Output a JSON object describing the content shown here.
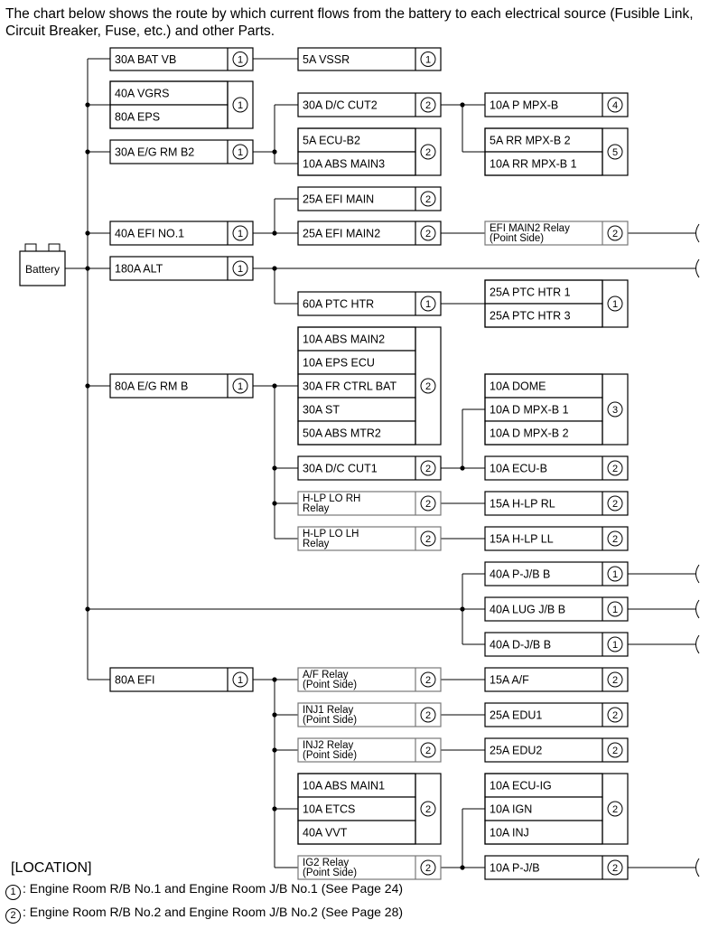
{
  "intro": "The chart below shows the route by which current flows from the battery to each electrical source (Fusible Link, Circuit Breaker, Fuse, etc.) and other Parts.",
  "battery_label": "Battery",
  "boxes": [
    {
      "id": "bat_vb",
      "lines": [
        "30A BAT VB"
      ],
      "loc": "1"
    },
    {
      "id": "vssr",
      "lines": [
        "5A VSSR"
      ],
      "loc": "1"
    },
    {
      "id": "vgrs",
      "lines": [
        "40A VGRS"
      ],
      "loc": "1"
    },
    {
      "id": "eps",
      "lines": [
        "80A EPS"
      ],
      "loc": ""
    },
    {
      "id": "dc_cut2",
      "lines": [
        "30A D/C CUT2"
      ],
      "loc": "2"
    },
    {
      "id": "p_mpx_b",
      "lines": [
        "10A P MPX-B"
      ],
      "loc": "4"
    },
    {
      "id": "eg_rm_b2",
      "lines": [
        "30A E/G RM B2"
      ],
      "loc": "1"
    },
    {
      "id": "ecu_b2",
      "lines": [
        "5A ECU-B2"
      ],
      "loc": "2"
    },
    {
      "id": "abs_main3",
      "lines": [
        "10A ABS MAIN3"
      ],
      "loc": ""
    },
    {
      "id": "rr_mpx_b2",
      "lines": [
        "5A RR MPX-B 2"
      ],
      "loc": "5"
    },
    {
      "id": "rr_mpx_b1",
      "lines": [
        "10A RR MPX-B 1"
      ],
      "loc": ""
    },
    {
      "id": "efi_main",
      "lines": [
        "25A EFI MAIN"
      ],
      "loc": "2"
    },
    {
      "id": "efi_no1",
      "lines": [
        "40A EFI NO.1"
      ],
      "loc": "1"
    },
    {
      "id": "efi_main2",
      "lines": [
        "25A EFI MAIN2"
      ],
      "loc": "2"
    },
    {
      "id": "efi_main2_relay",
      "lines": [
        "EFI MAIN2 Relay",
        "(Point Side)"
      ],
      "loc": "2"
    },
    {
      "id": "alt",
      "lines": [
        "180A ALT"
      ],
      "loc": "1"
    },
    {
      "id": "ptc_htr",
      "lines": [
        "60A PTC HTR"
      ],
      "loc": "1"
    },
    {
      "id": "ptc_htr1",
      "lines": [
        "25A PTC HTR 1"
      ],
      "loc": "1"
    },
    {
      "id": "ptc_htr3",
      "lines": [
        "25A PTC HTR 3"
      ],
      "loc": ""
    },
    {
      "id": "abs_main2",
      "lines": [
        "10A ABS MAIN2"
      ],
      "loc": "2"
    },
    {
      "id": "eps_ecu",
      "lines": [
        "10A EPS ECU"
      ],
      "loc": ""
    },
    {
      "id": "fr_ctrl_bat",
      "lines": [
        "30A FR CTRL BAT"
      ],
      "loc": ""
    },
    {
      "id": "st",
      "lines": [
        "30A ST"
      ],
      "loc": ""
    },
    {
      "id": "abs_mtr2",
      "lines": [
        "50A ABS MTR2"
      ],
      "loc": ""
    },
    {
      "id": "eg_rm_b",
      "lines": [
        "80A E/G RM B"
      ],
      "loc": "1"
    },
    {
      "id": "dome",
      "lines": [
        "10A DOME"
      ],
      "loc": "3"
    },
    {
      "id": "d_mpx_b1",
      "lines": [
        "10A D MPX-B 1"
      ],
      "loc": ""
    },
    {
      "id": "d_mpx_b2",
      "lines": [
        "10A D MPX-B 2"
      ],
      "loc": ""
    },
    {
      "id": "dc_cut1",
      "lines": [
        "30A D/C CUT1"
      ],
      "loc": "2"
    },
    {
      "id": "ecu_b",
      "lines": [
        "10A ECU-B"
      ],
      "loc": "2"
    },
    {
      "id": "hlp_lo_rh",
      "lines": [
        "H-LP LO RH",
        "Relay"
      ],
      "loc": "2"
    },
    {
      "id": "hlp_rl",
      "lines": [
        "15A H-LP RL"
      ],
      "loc": "2"
    },
    {
      "id": "hlp_lo_lh",
      "lines": [
        "H-LP LO LH",
        "Relay"
      ],
      "loc": "2"
    },
    {
      "id": "hlp_ll",
      "lines": [
        "15A H-LP LL"
      ],
      "loc": "2"
    },
    {
      "id": "pjb_b",
      "lines": [
        "40A P-J/B B"
      ],
      "loc": "1"
    },
    {
      "id": "lug_jb_b",
      "lines": [
        "40A LUG J/B B"
      ],
      "loc": "1"
    },
    {
      "id": "djb_b",
      "lines": [
        "40A D-J/B B"
      ],
      "loc": "1"
    },
    {
      "id": "efi80",
      "lines": [
        "80A EFI"
      ],
      "loc": "1"
    },
    {
      "id": "af_relay",
      "lines": [
        "A/F Relay",
        "(Point Side)"
      ],
      "loc": "2"
    },
    {
      "id": "af",
      "lines": [
        "15A A/F"
      ],
      "loc": "2"
    },
    {
      "id": "inj1_relay",
      "lines": [
        "INJ1 Relay",
        "(Point Side)"
      ],
      "loc": "2"
    },
    {
      "id": "edu1",
      "lines": [
        "25A EDU1"
      ],
      "loc": "2"
    },
    {
      "id": "inj2_relay",
      "lines": [
        "INJ2 Relay",
        "(Point Side)"
      ],
      "loc": "2"
    },
    {
      "id": "edu2",
      "lines": [
        "25A EDU2"
      ],
      "loc": "2"
    },
    {
      "id": "abs_main1",
      "lines": [
        "10A ABS MAIN1"
      ],
      "loc": "2"
    },
    {
      "id": "etcs",
      "lines": [
        "10A ETCS"
      ],
      "loc": ""
    },
    {
      "id": "vvt",
      "lines": [
        "40A VVT"
      ],
      "loc": ""
    },
    {
      "id": "ecu_ig",
      "lines": [
        "10A ECU-IG"
      ],
      "loc": "2"
    },
    {
      "id": "ign",
      "lines": [
        "10A IGN"
      ],
      "loc": ""
    },
    {
      "id": "inj",
      "lines": [
        "10A INJ"
      ],
      "loc": ""
    },
    {
      "id": "ig2_relay",
      "lines": [
        "IG2 Relay",
        "(Point Side)"
      ],
      "loc": "2"
    },
    {
      "id": "pjb",
      "lines": [
        "10A P-J/B"
      ],
      "loc": "2"
    }
  ],
  "legend": {
    "title": "[LOCATION]",
    "items": [
      {
        "mark": "1",
        "text": ": Engine Room R/B No.1 and Engine Room J/B No.1 (See Page 24)"
      },
      {
        "mark": "2",
        "text": ": Engine Room R/B No.2 and Engine Room J/B No.2 (See Page 28)"
      }
    ]
  }
}
